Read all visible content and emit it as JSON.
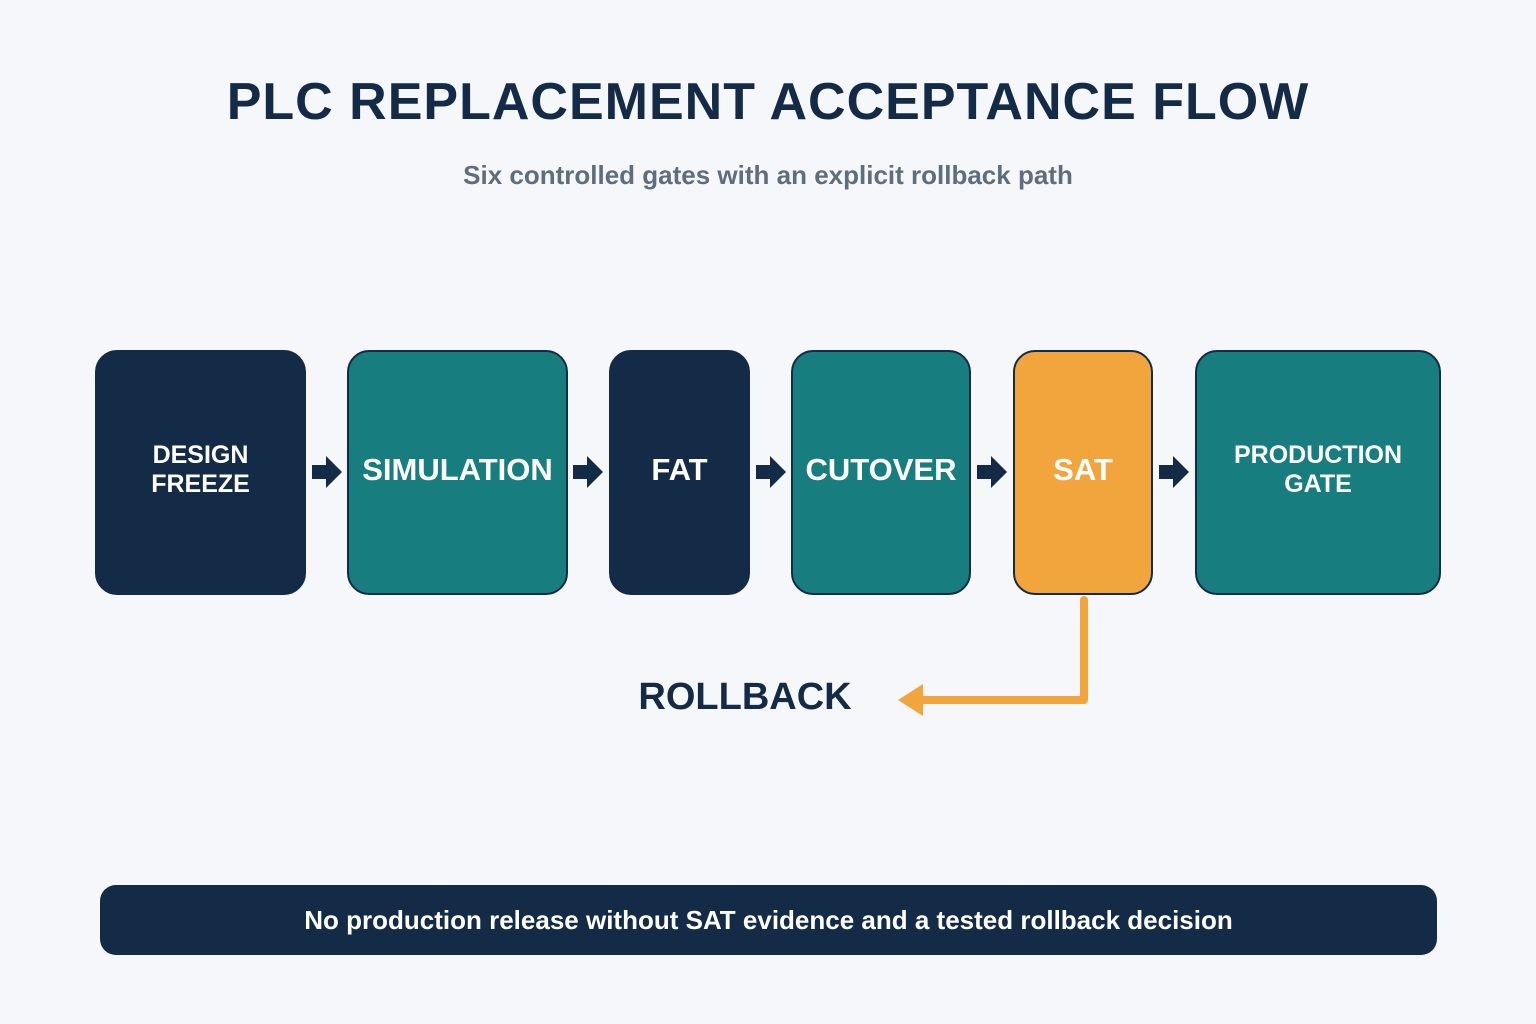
{
  "title": "PLC REPLACEMENT ACCEPTANCE FLOW",
  "subtitle": "Six controlled gates with an explicit rollback path",
  "gates": [
    {
      "label": "DESIGN\nFREEZE",
      "color": "#132b47"
    },
    {
      "label": "SIMULATION",
      "color": "#177d7f"
    },
    {
      "label": "FAT",
      "color": "#132b47"
    },
    {
      "label": "CUTOVER",
      "color": "#177d7f"
    },
    {
      "label": "SAT",
      "color": "#f1a53c"
    },
    {
      "label": "PRODUCTION\nGATE",
      "color": "#177d7f"
    }
  ],
  "rollback": {
    "label": "ROLLBACK",
    "color": "#f1a53c"
  },
  "footer": "No production release without SAT evidence and a tested rollback decision",
  "colors": {
    "background": "#f6f7fa",
    "navy": "#132b47",
    "teal": "#177d7f",
    "orange": "#f1a53c",
    "subtitle": "#5f6d7c"
  }
}
